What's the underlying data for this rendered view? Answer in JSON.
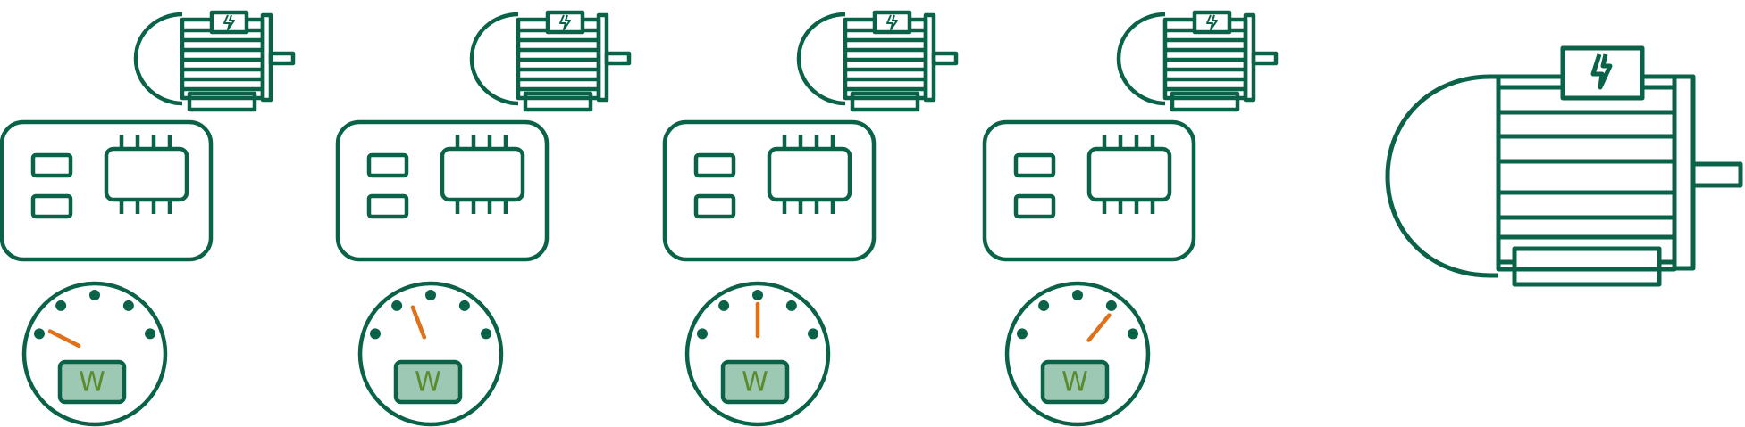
{
  "colors": {
    "stroke": "#0a6348",
    "needle": "#e0701a",
    "display_fill": "#9cc8b4",
    "display_text": "#5a8a2a",
    "background": "#ffffff"
  },
  "icons": {
    "motor": "electric-motor-icon",
    "controller": "controller-board-icon",
    "meter": "wattmeter-icon",
    "bolt": "lightning-bolt-icon"
  },
  "units": [
    {
      "meter_unit": "W",
      "needle_level": 0.05
    },
    {
      "meter_unit": "W",
      "needle_level": 0.35
    },
    {
      "meter_unit": "W",
      "needle_level": 0.5
    },
    {
      "meter_unit": "W",
      "needle_level": 0.78
    }
  ]
}
